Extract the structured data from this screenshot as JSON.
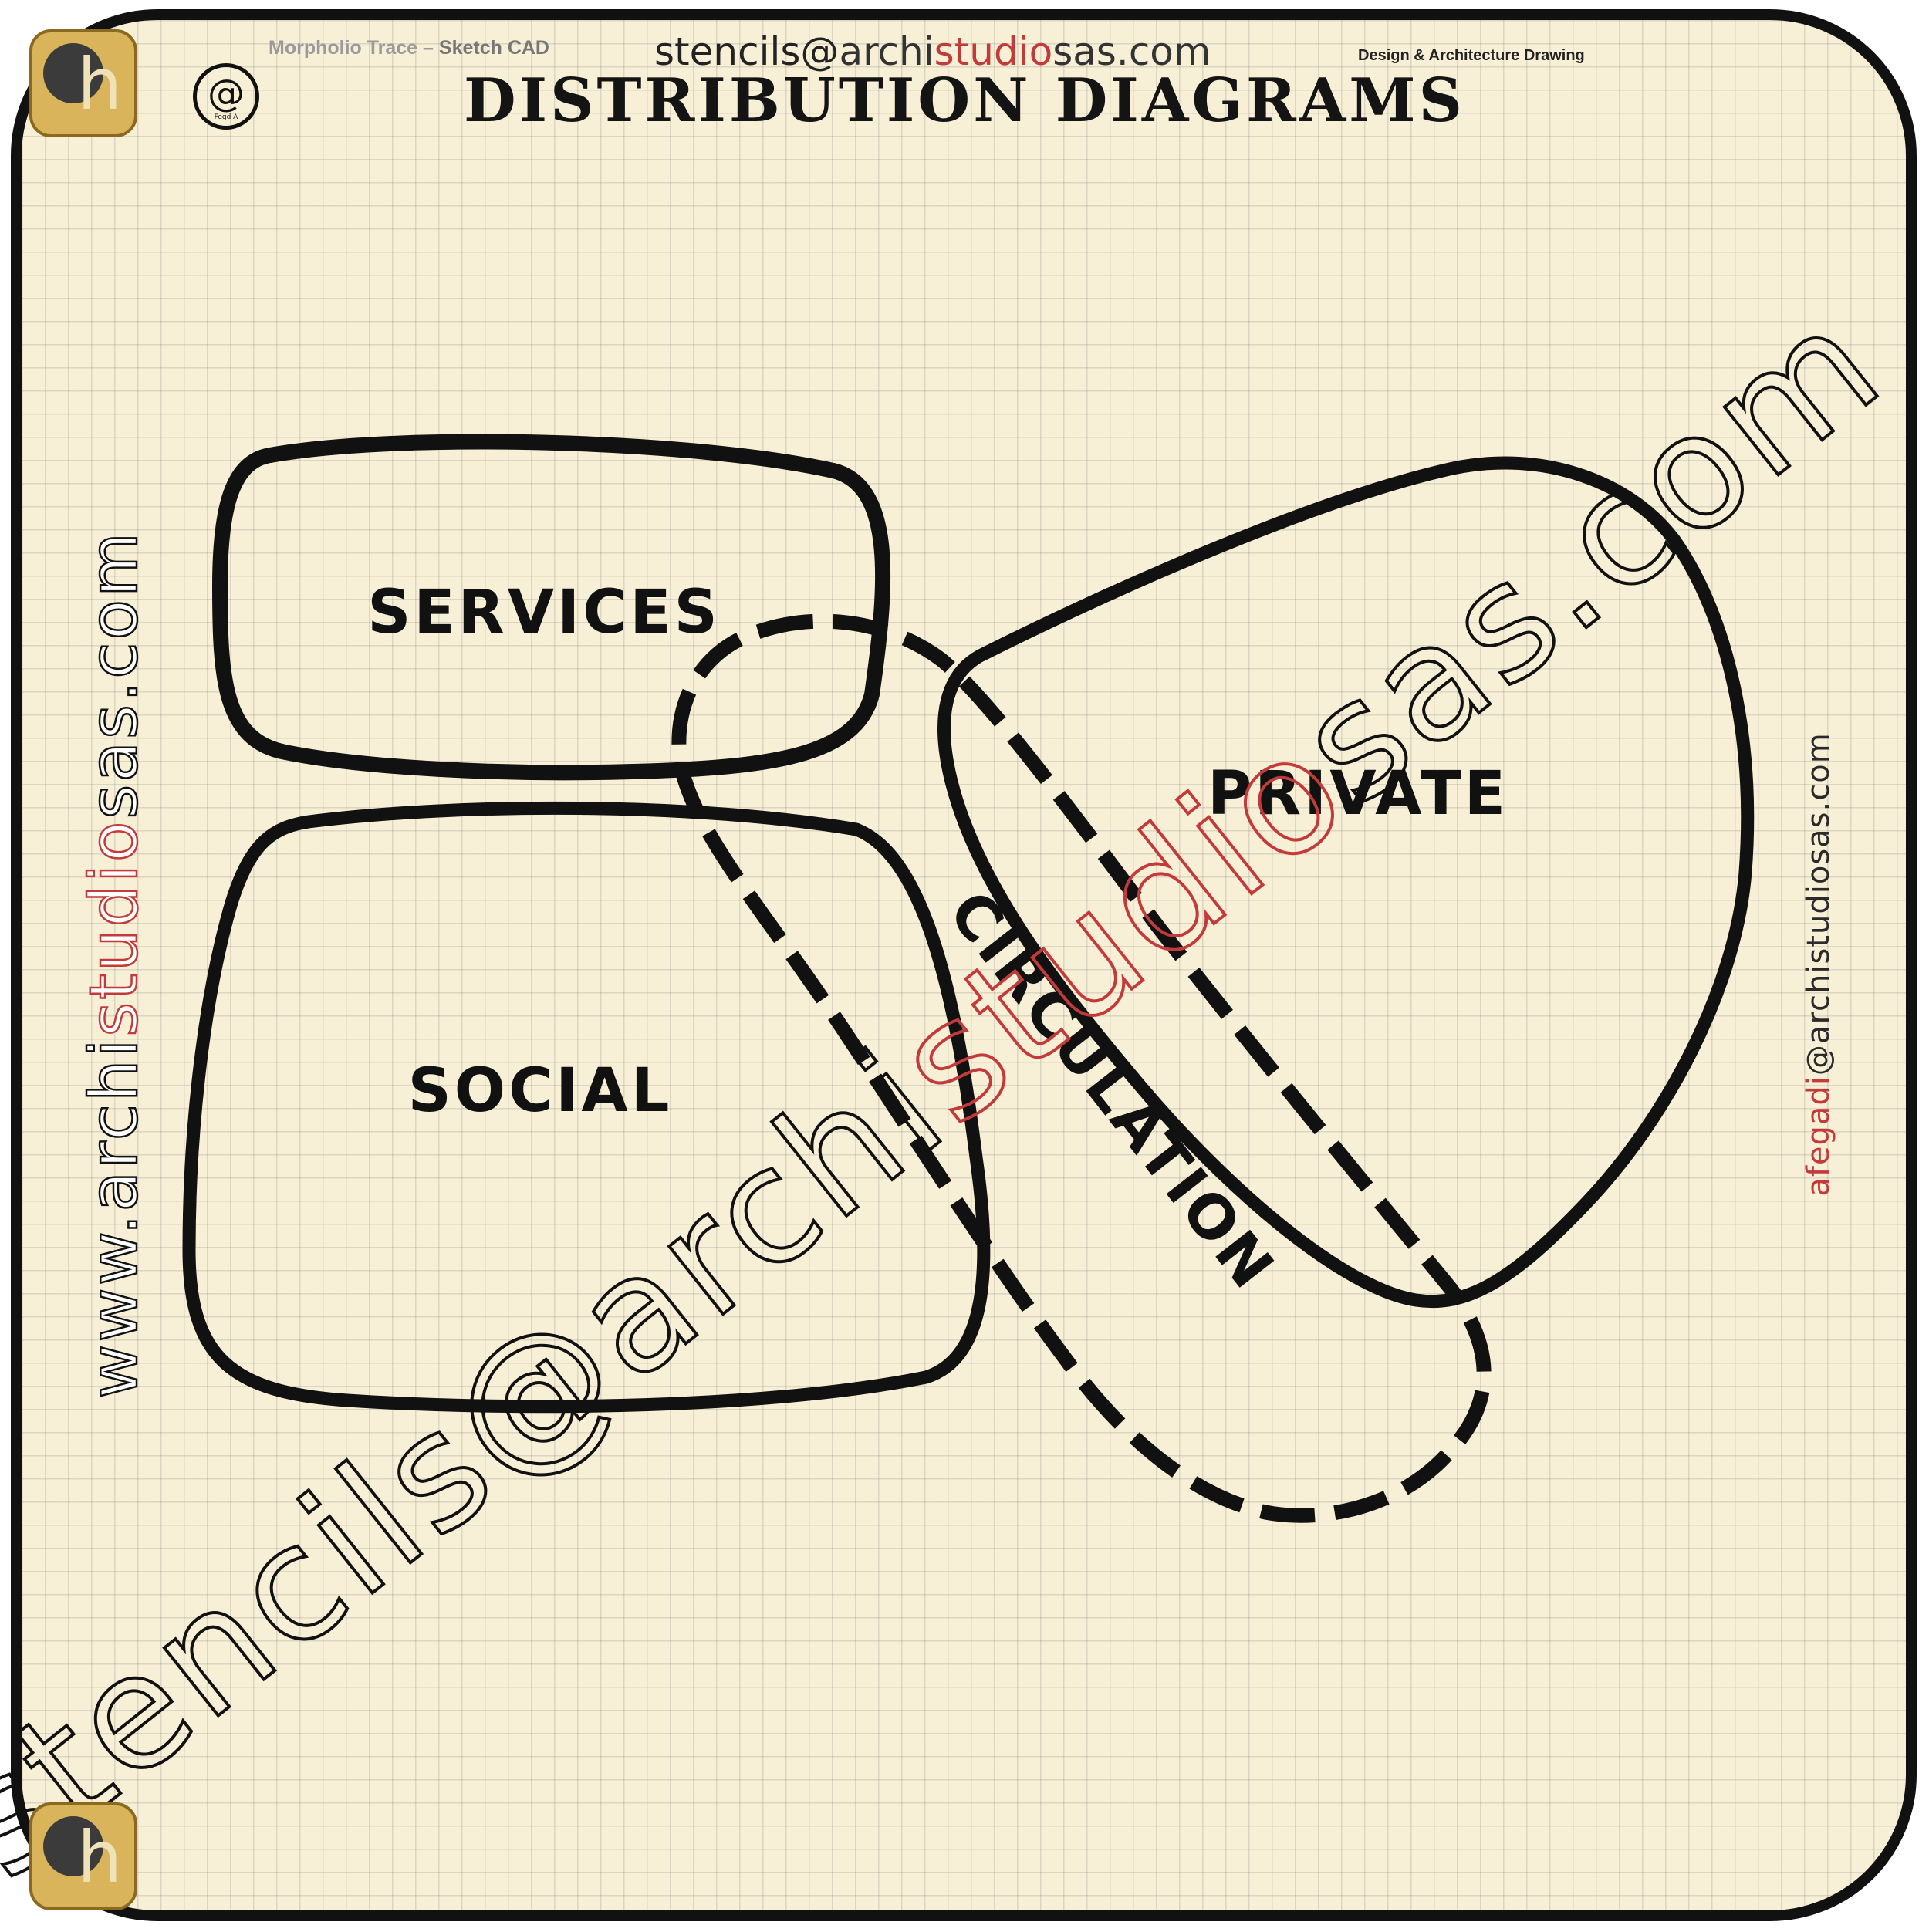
{
  "header": {
    "app_name": "Morpholio Trace",
    "app_sep": " – ",
    "app_sub": "Sketch CAD",
    "email_prefix": "stencils@",
    "email_archi": "archi",
    "email_studio": "studio",
    "email_suffix": "sas.com",
    "subtitle": "Design & Architecture Drawing",
    "title": "DISTRIBUTION  DIAGRAMS",
    "badge_symbol": "@",
    "badge_caption": "Fegd A"
  },
  "diagram": {
    "zones": [
      "SERVICES",
      "SOCIAL",
      "PRIVATE",
      "CIRCULATION"
    ]
  },
  "watermarks": {
    "diagonal_prefix": "stencils@archi",
    "diagonal_studio": "studio",
    "diagonal_suffix": "sas.com",
    "left_prefix": "www.archi",
    "left_studio": "studio",
    "left_suffix": "sas.com",
    "right_user": "afegadi",
    "right_at": "@",
    "right_domain": "archistudiosas.com"
  },
  "logo_letter": "h",
  "colors": {
    "paper": "#f8f0d6",
    "ink": "#111111",
    "accent_red": "#c23a3a",
    "logo_gold": "#d9b45a"
  }
}
